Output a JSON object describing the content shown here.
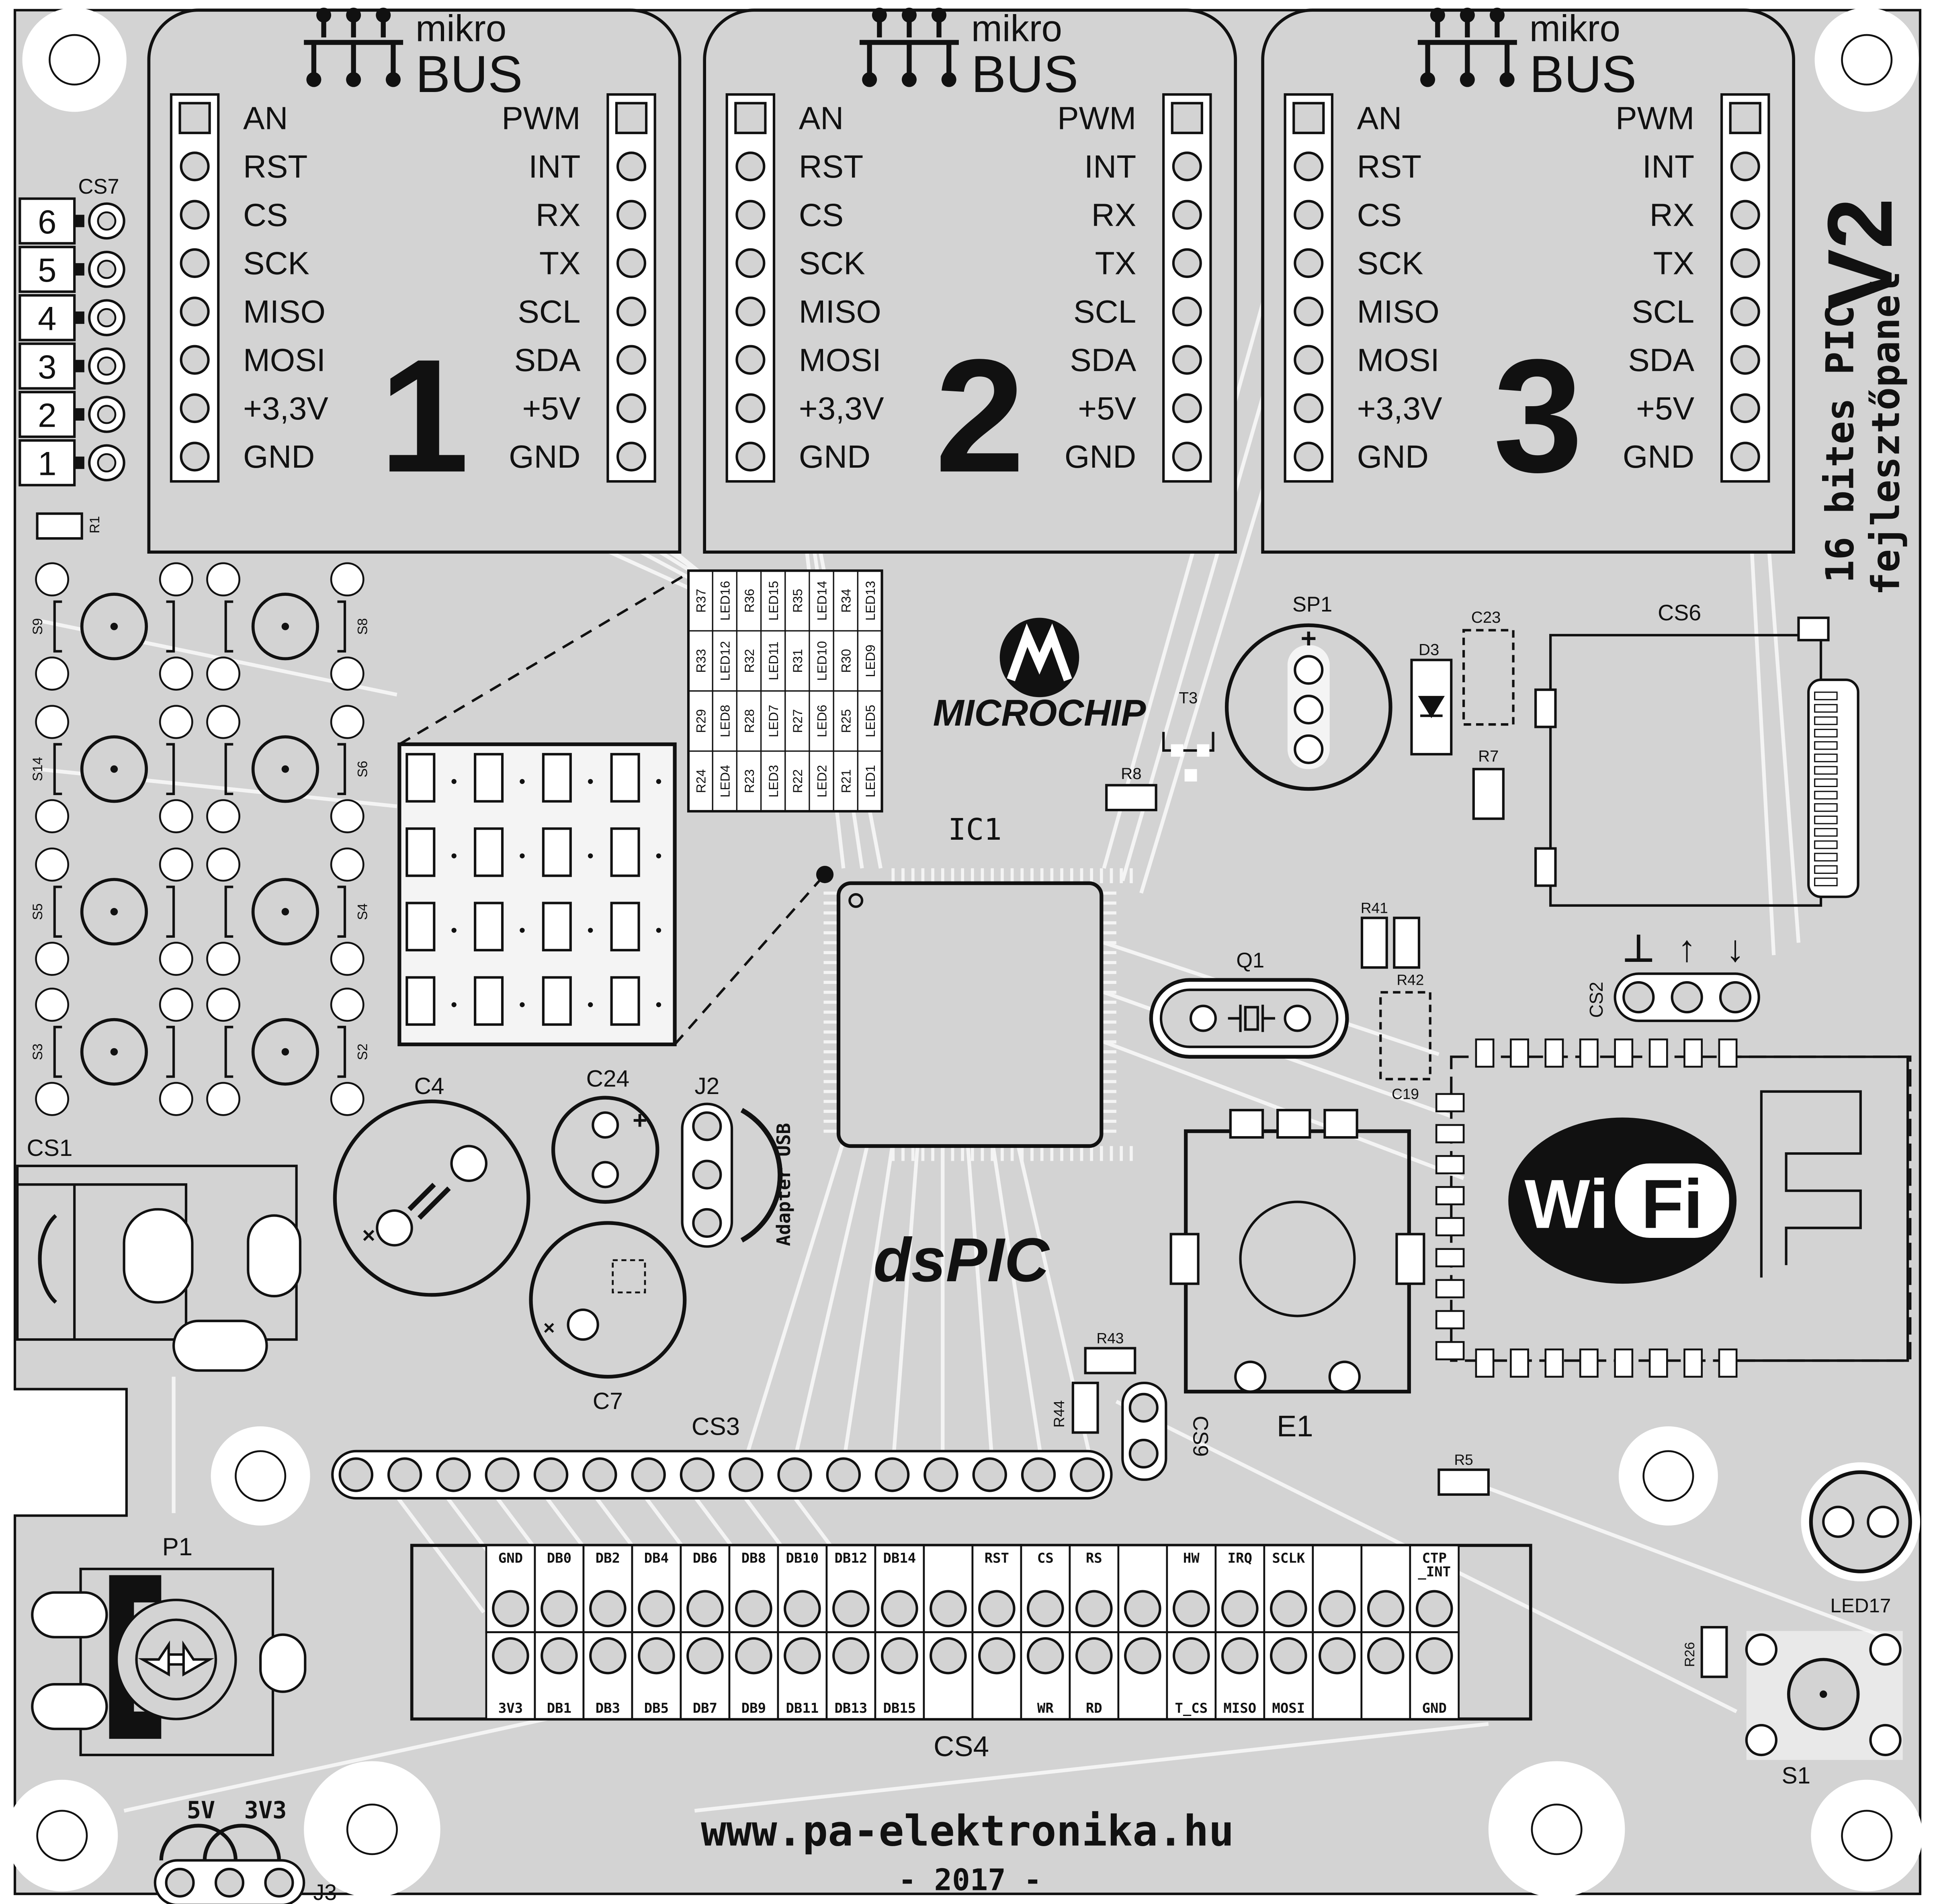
{
  "colors": {
    "background": "#ffffff",
    "board": "#d3d3d3",
    "trace": "#f4f4f4",
    "ink": "#111111",
    "pad_white": "#ffffff"
  },
  "mikrobus": {
    "brand_top": "mikro",
    "brand_bottom": "BUS",
    "left_pins": [
      "AN",
      "RST",
      "CS",
      "SCK",
      "MISO",
      "MOSI",
      "+3,3V",
      "GND"
    ],
    "right_pins": [
      "PWM",
      "INT",
      "RX",
      "TX",
      "SCL",
      "SDA",
      "+5V",
      "GND"
    ],
    "slots": [
      "1",
      "2",
      "3"
    ]
  },
  "side_title": {
    "version": "V2",
    "line1": "16 bites PIC",
    "line2": "fejlesztőpanel"
  },
  "cs7": {
    "label": "CS7",
    "numbers": [
      "6",
      "5",
      "4",
      "3",
      "2",
      "1"
    ]
  },
  "buttons": {
    "left": [
      "S9",
      "S14",
      "S5",
      "S3"
    ],
    "right": [
      "S8",
      "S6",
      "S4",
      "S2"
    ],
    "r1": "R1"
  },
  "led_table": {
    "rows": [
      [
        "R37",
        "LED16",
        "R36",
        "LED15",
        "R35",
        "LED14",
        "R34",
        "LED13"
      ],
      [
        "R33",
        "LED12",
        "R32",
        "LED11",
        "R31",
        "LED10",
        "R30",
        "LED9"
      ],
      [
        "R29",
        "LED8",
        "R28",
        "LED7",
        "R27",
        "LED6",
        "R25",
        "LED5"
      ],
      [
        "R24",
        "LED4",
        "R23",
        "LED3",
        "R22",
        "LED2",
        "R21",
        "LED1"
      ]
    ]
  },
  "labels": {
    "microchip": "MICROCHIP",
    "ic1": "IC1",
    "dspic": "dsPIC",
    "sp1": "SP1",
    "t3": "T3",
    "r8": "R8",
    "d3": "D3",
    "c23": "C23",
    "r7": "R7",
    "cs6": "CS6",
    "r41": "R41",
    "r42": "R42",
    "q1": "Q1",
    "c19": "C19",
    "cs2": "CS2",
    "cs2_symbols": [
      "⊥",
      "↑",
      "↓"
    ],
    "wifi_wi": "Wi",
    "wifi_fi": "Fi",
    "cs1": "CS1",
    "c4": "C4",
    "c24": "C24",
    "j2": "J2",
    "adapter_usb": "Adapter USB",
    "c7": "C7",
    "e1": "E1",
    "r43": "R43",
    "r44": "R44",
    "cs9": "CS9",
    "cs3": "CS3",
    "r5": "R5",
    "p1": "P1",
    "cs4": "CS4",
    "r26": "R26",
    "s1": "S1",
    "led17": "LED17",
    "j3_5v": "5V",
    "j3_3v3": "3V3",
    "j3": "J3",
    "url": "www.pa-elektronika.hu",
    "year": "- 2017 -"
  },
  "cs4_header": {
    "top": [
      "GND",
      "DB0",
      "DB2",
      "DB4",
      "DB6",
      "DB8",
      "DB10",
      "DB12",
      "DB14",
      "",
      "RST",
      "CS",
      "RS",
      "",
      "HW",
      "IRQ",
      "SCLK",
      "",
      "",
      "CTP\n_INT"
    ],
    "bottom": [
      "3V3",
      "DB1",
      "DB3",
      "DB5",
      "DB7",
      "DB9",
      "DB11",
      "DB13",
      "DB15",
      "",
      "",
      "WR",
      "RD",
      "",
      "T_CS",
      "MISO",
      "MOSI",
      "",
      "",
      "GND"
    ]
  }
}
